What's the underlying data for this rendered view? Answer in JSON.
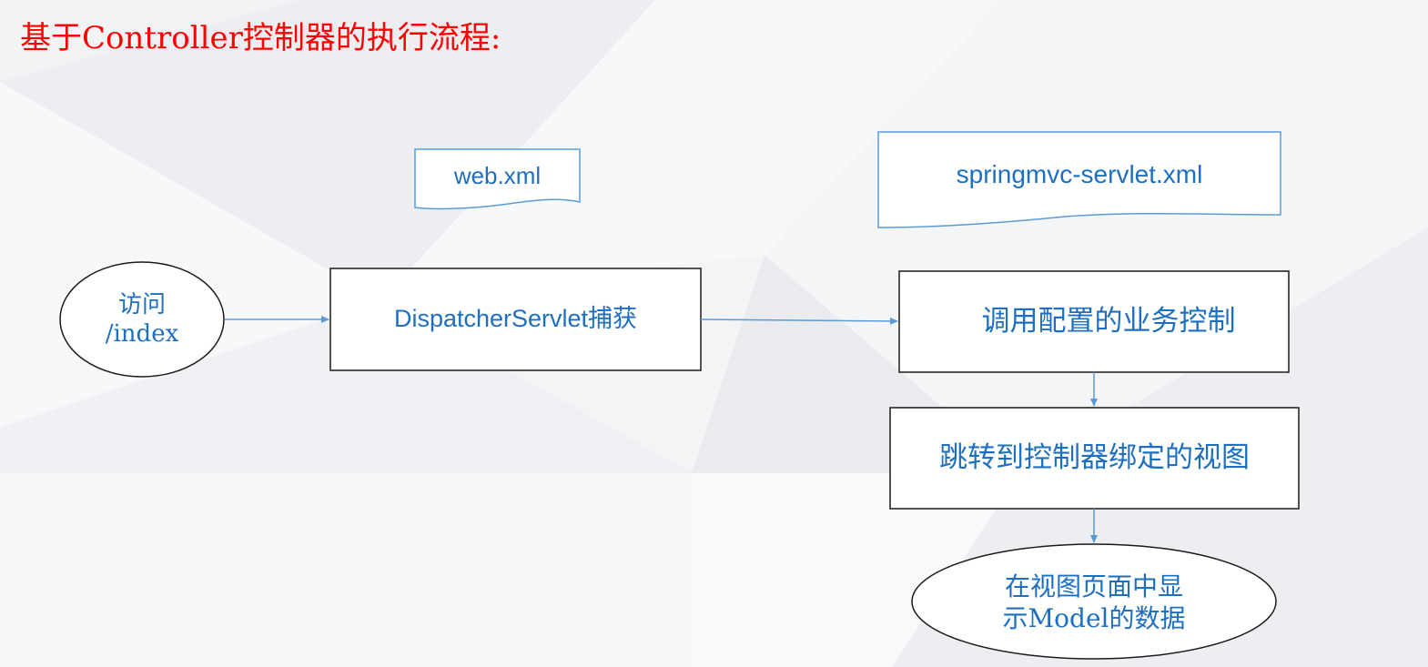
{
  "title": "基于Controller控制器的执行流程:",
  "documents": {
    "web_xml": "web.xml",
    "springmvc_xml": "springmvc-servlet.xml"
  },
  "nodes": {
    "start": {
      "line1": "访问",
      "line2": "/index"
    },
    "dispatcher": "DispatcherServlet捕获",
    "call_controller": "调用配置的业务控制",
    "forward_view": "跳转到控制器绑定的视图",
    "end": {
      "line1": "在视图页面中显",
      "line2": "示Model的数据"
    }
  },
  "colors": {
    "title": "#ff0000",
    "node_text": "#1f6fc0",
    "arrow": "#5b9bd5",
    "stroke": "#1a1a1a"
  }
}
